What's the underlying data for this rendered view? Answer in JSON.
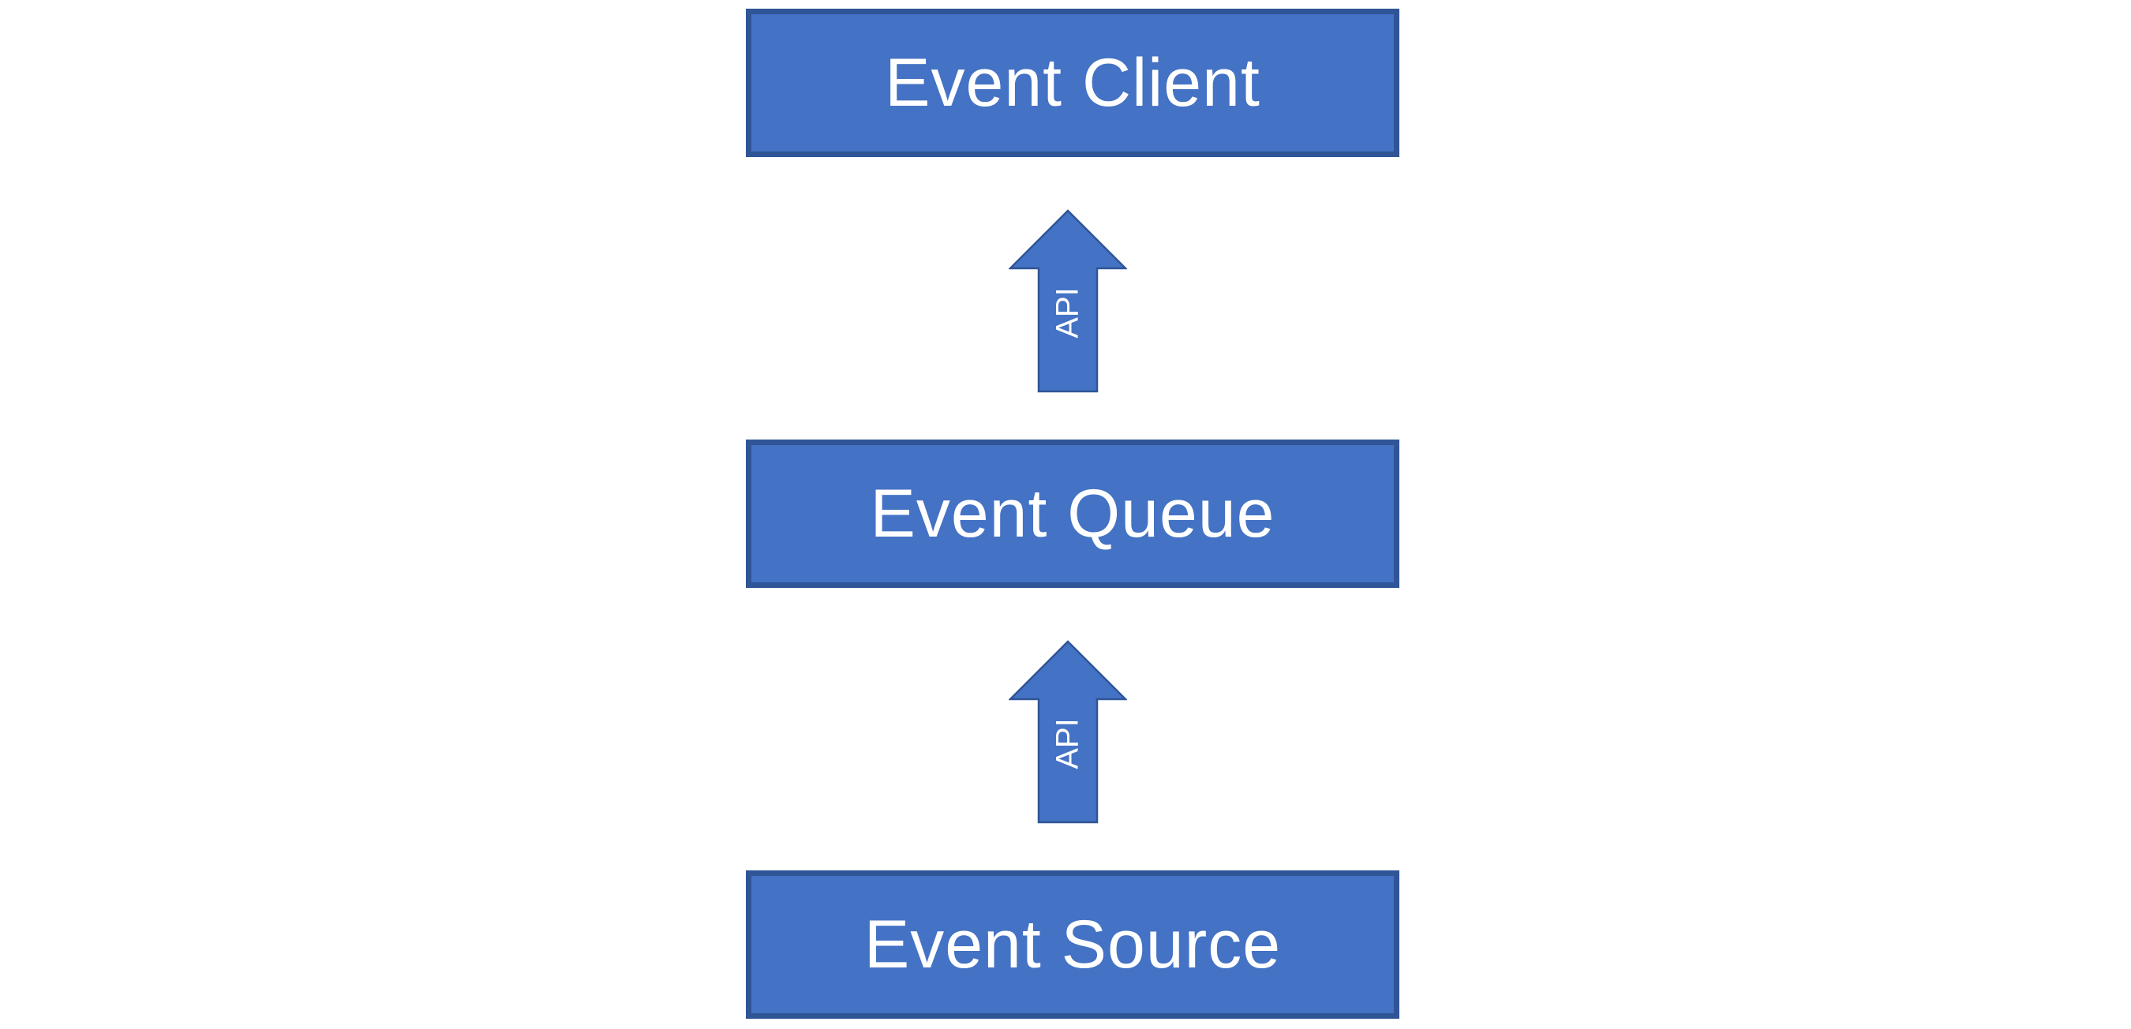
{
  "colors": {
    "box_fill": "#4472c4",
    "box_border": "#2f5597",
    "text": "#ffffff",
    "background": "#ffffff"
  },
  "nodes": [
    {
      "id": "client",
      "label": "Event Client"
    },
    {
      "id": "queue",
      "label": "Event Queue"
    },
    {
      "id": "source",
      "label": "Event Source"
    }
  ],
  "edges": [
    {
      "from": "queue",
      "to": "client",
      "label": "API",
      "direction": "up"
    },
    {
      "from": "source",
      "to": "queue",
      "label": "API",
      "direction": "up"
    }
  ]
}
